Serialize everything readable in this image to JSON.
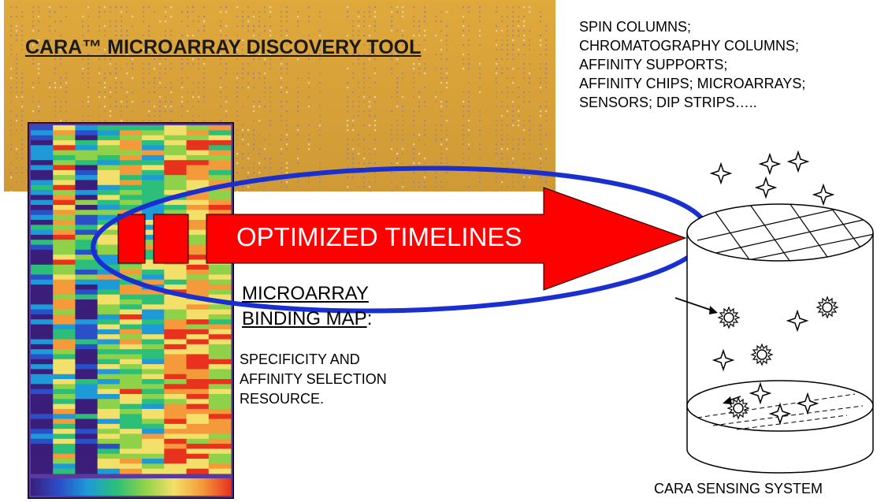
{
  "title": "CARA™ MICROARRAY DISCOVERY TOOL",
  "arrow": {
    "label": "OPTIMIZED TIMELINES"
  },
  "products": [
    "SPIN COLUMNS;",
    "CHROMATOGRAPHY COLUMNS;",
    "AFFINITY SUPPORTS;",
    "AFFINITY CHIPS; MICROARRAYS;",
    "SENSORS; DIP STRIPS….."
  ],
  "binding_map": {
    "title_line1": "MICROARRAY",
    "title_line2": "BINDING MAP",
    "title_colon": ":",
    "desc": [
      "SPECIFICITY AND",
      "AFFINITY SELECTION",
      "RESOURCE."
    ]
  },
  "sensor": {
    "label": "CARA SENSING SYSTEM"
  },
  "colors": {
    "chip": "#d9a23a",
    "arrow": "#ff0000",
    "ellipse": "#1a2fd0",
    "heatmap_scale": [
      "#3b1d7a",
      "#2a4fc8",
      "#1e9ad8",
      "#2bbf7a",
      "#8fd24a",
      "#f3e06a",
      "#f59a3a",
      "#e8321e"
    ]
  }
}
